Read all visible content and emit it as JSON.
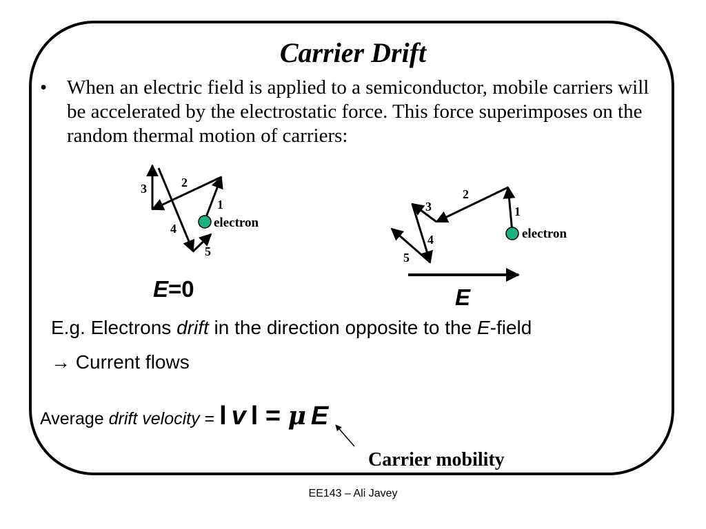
{
  "slide": {
    "title": "Carrier Drift",
    "bullet": {
      "marker": "•",
      "text": "When an electric field  is applied to a semiconductor, mobile carriers will be accelerated by the electrostatic force.  This force superimposes on the random thermal motion of carriers:"
    },
    "diagram_left": {
      "step_labels": [
        "1",
        "2",
        "3",
        "4",
        "5"
      ],
      "particle_label": "electron",
      "field_symbol": "E",
      "field_value": "=0"
    },
    "diagram_right": {
      "step_labels": [
        "1",
        "2",
        "3",
        "4",
        "5"
      ],
      "particle_label": "electron",
      "field_symbol": "E"
    },
    "example": {
      "prefix": "E.g. Electrons ",
      "drift_word": "drift",
      "middle": " in the direction opposite to the ",
      "field_letter": "E",
      "suffix": "-field"
    },
    "current": {
      "arrow": "→",
      "text": " Current flows"
    },
    "formula": {
      "label_plain": "Average ",
      "label_italic": "drift velocity",
      "equals": " = ",
      "bar_open": "l",
      "v": "v",
      "bar_close": "l",
      "equals2": " = ",
      "mu": "μ",
      "E": "E"
    },
    "annotation": "Carrier mobility",
    "footer": "EE143 – Ali Javey",
    "colors": {
      "electron_fill": "#1fb080",
      "line": "#000000"
    }
  }
}
